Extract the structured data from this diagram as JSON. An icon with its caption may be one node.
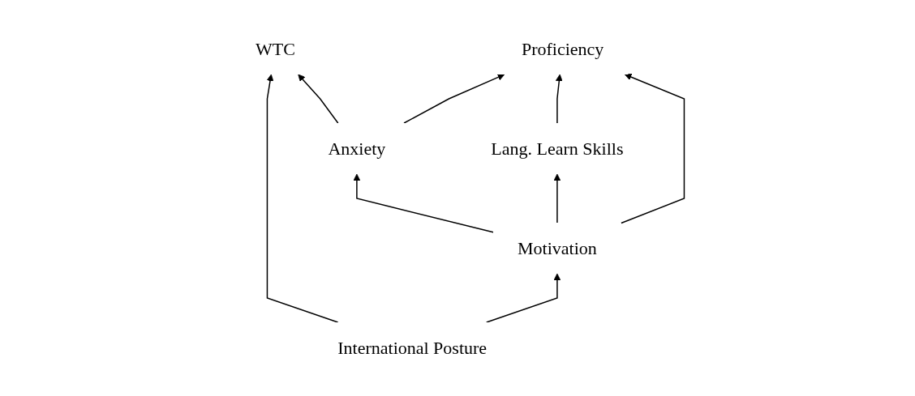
{
  "diagram": {
    "nodes": [
      {
        "text": [
          "Anxiety"
        ]
      },
      {
        "text": [
          "WTC"
        ]
      },
      {
        "text": [
          "Lang. Learn Skills"
        ]
      },
      {
        "text": [
          "Proficiency"
        ]
      },
      {
        "text": [
          "International Posture"
        ]
      },
      {
        "text": [
          "Motivation"
        ]
      }
    ],
    "edges": [
      {
        "from": 0,
        "to": 1,
        "arrow": "to"
      },
      {
        "from": 0,
        "to": 3,
        "arrow": "to"
      },
      {
        "from": 4,
        "to": 1,
        "arrow": "to"
      },
      {
        "from": 4,
        "to": 5,
        "arrow": "to"
      },
      {
        "from": 5,
        "to": 0,
        "arrow": "to"
      },
      {
        "from": 5,
        "to": 2,
        "arrow": "to"
      },
      {
        "from": 2,
        "to": 3,
        "arrow": "to"
      },
      {
        "from": 5,
        "to": 3,
        "arrow": "to"
      }
    ]
  }
}
